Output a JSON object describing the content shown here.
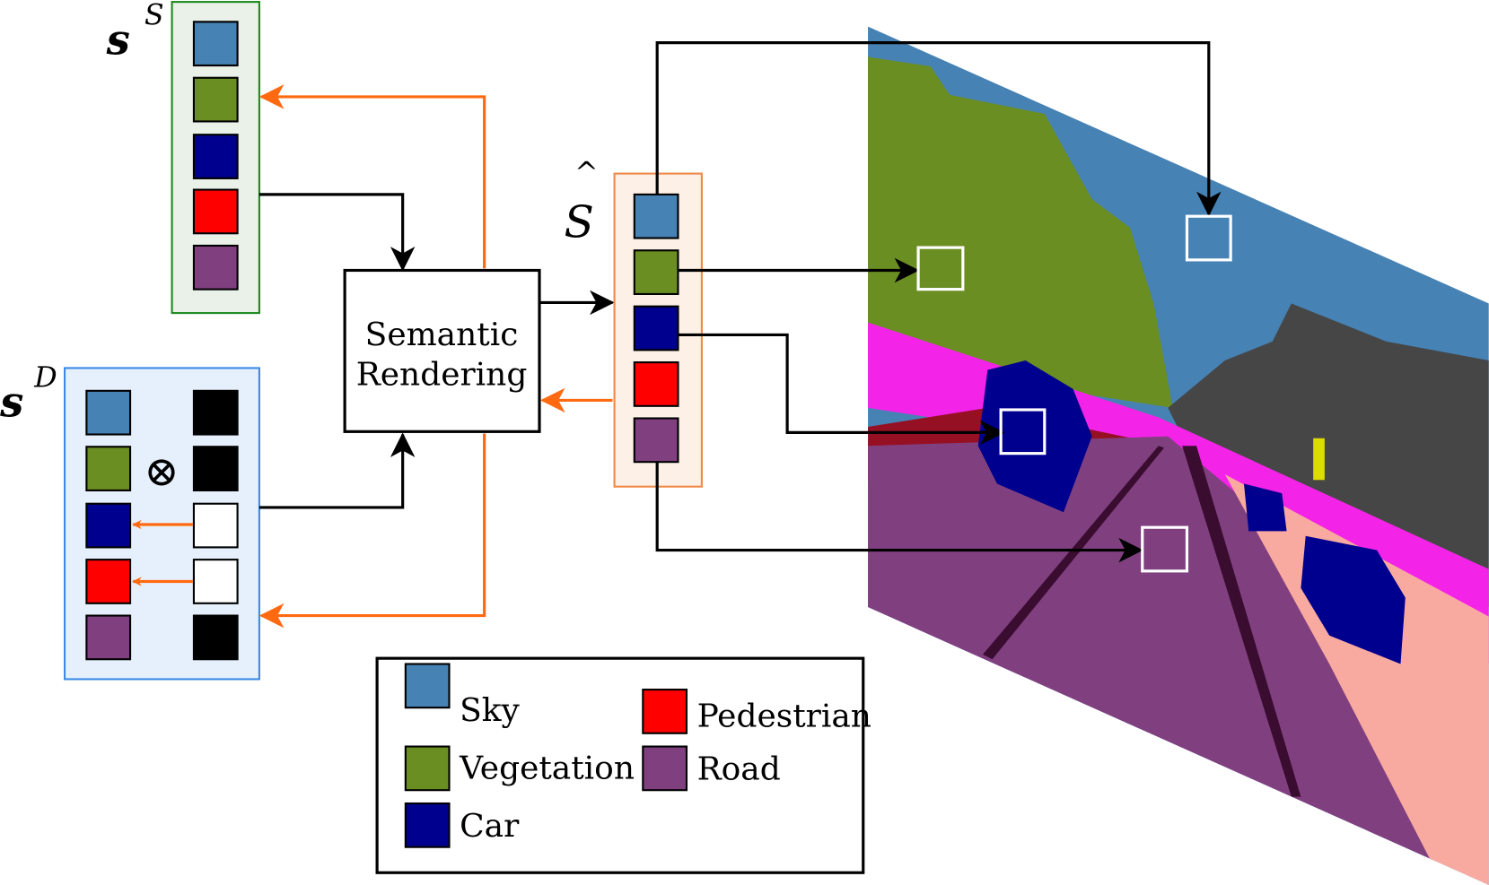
{
  "labels": {
    "static_style": "s",
    "static_sup": "S",
    "dynamic_style": "s",
    "dynamic_sup": "D",
    "rendered": "S",
    "rendered_hat": "^",
    "block_line1": "Semantic",
    "block_line2": "Rendering",
    "otimes": "⊗"
  },
  "colors": {
    "sky": "#4682b4",
    "vegetation": "#6b8e23",
    "car": "#00008e",
    "pedestrian": "#ff0000",
    "road": "#804080",
    "static_box_fill": "#e9f1e8",
    "static_box_stroke": "#1e8a1e",
    "dynamic_box_fill": "#e6f0fc",
    "dynamic_box_stroke": "#3b8be6",
    "rendered_box_fill": "#fdf1e7",
    "rendered_box_stroke": "#f08a48",
    "gradient_arrow": "#ff6a10"
  },
  "dynamic_mask": [
    "black",
    "black",
    "white",
    "white",
    "black"
  ],
  "legend": {
    "items": [
      {
        "label": "Sky",
        "color": "#4682b4"
      },
      {
        "label": "Vegetation",
        "color": "#6b8e23"
      },
      {
        "label": "Car",
        "color": "#00008e"
      },
      {
        "label": "Pedestrian",
        "color": "#ff0000"
      },
      {
        "label": "Road",
        "color": "#804080"
      }
    ]
  }
}
